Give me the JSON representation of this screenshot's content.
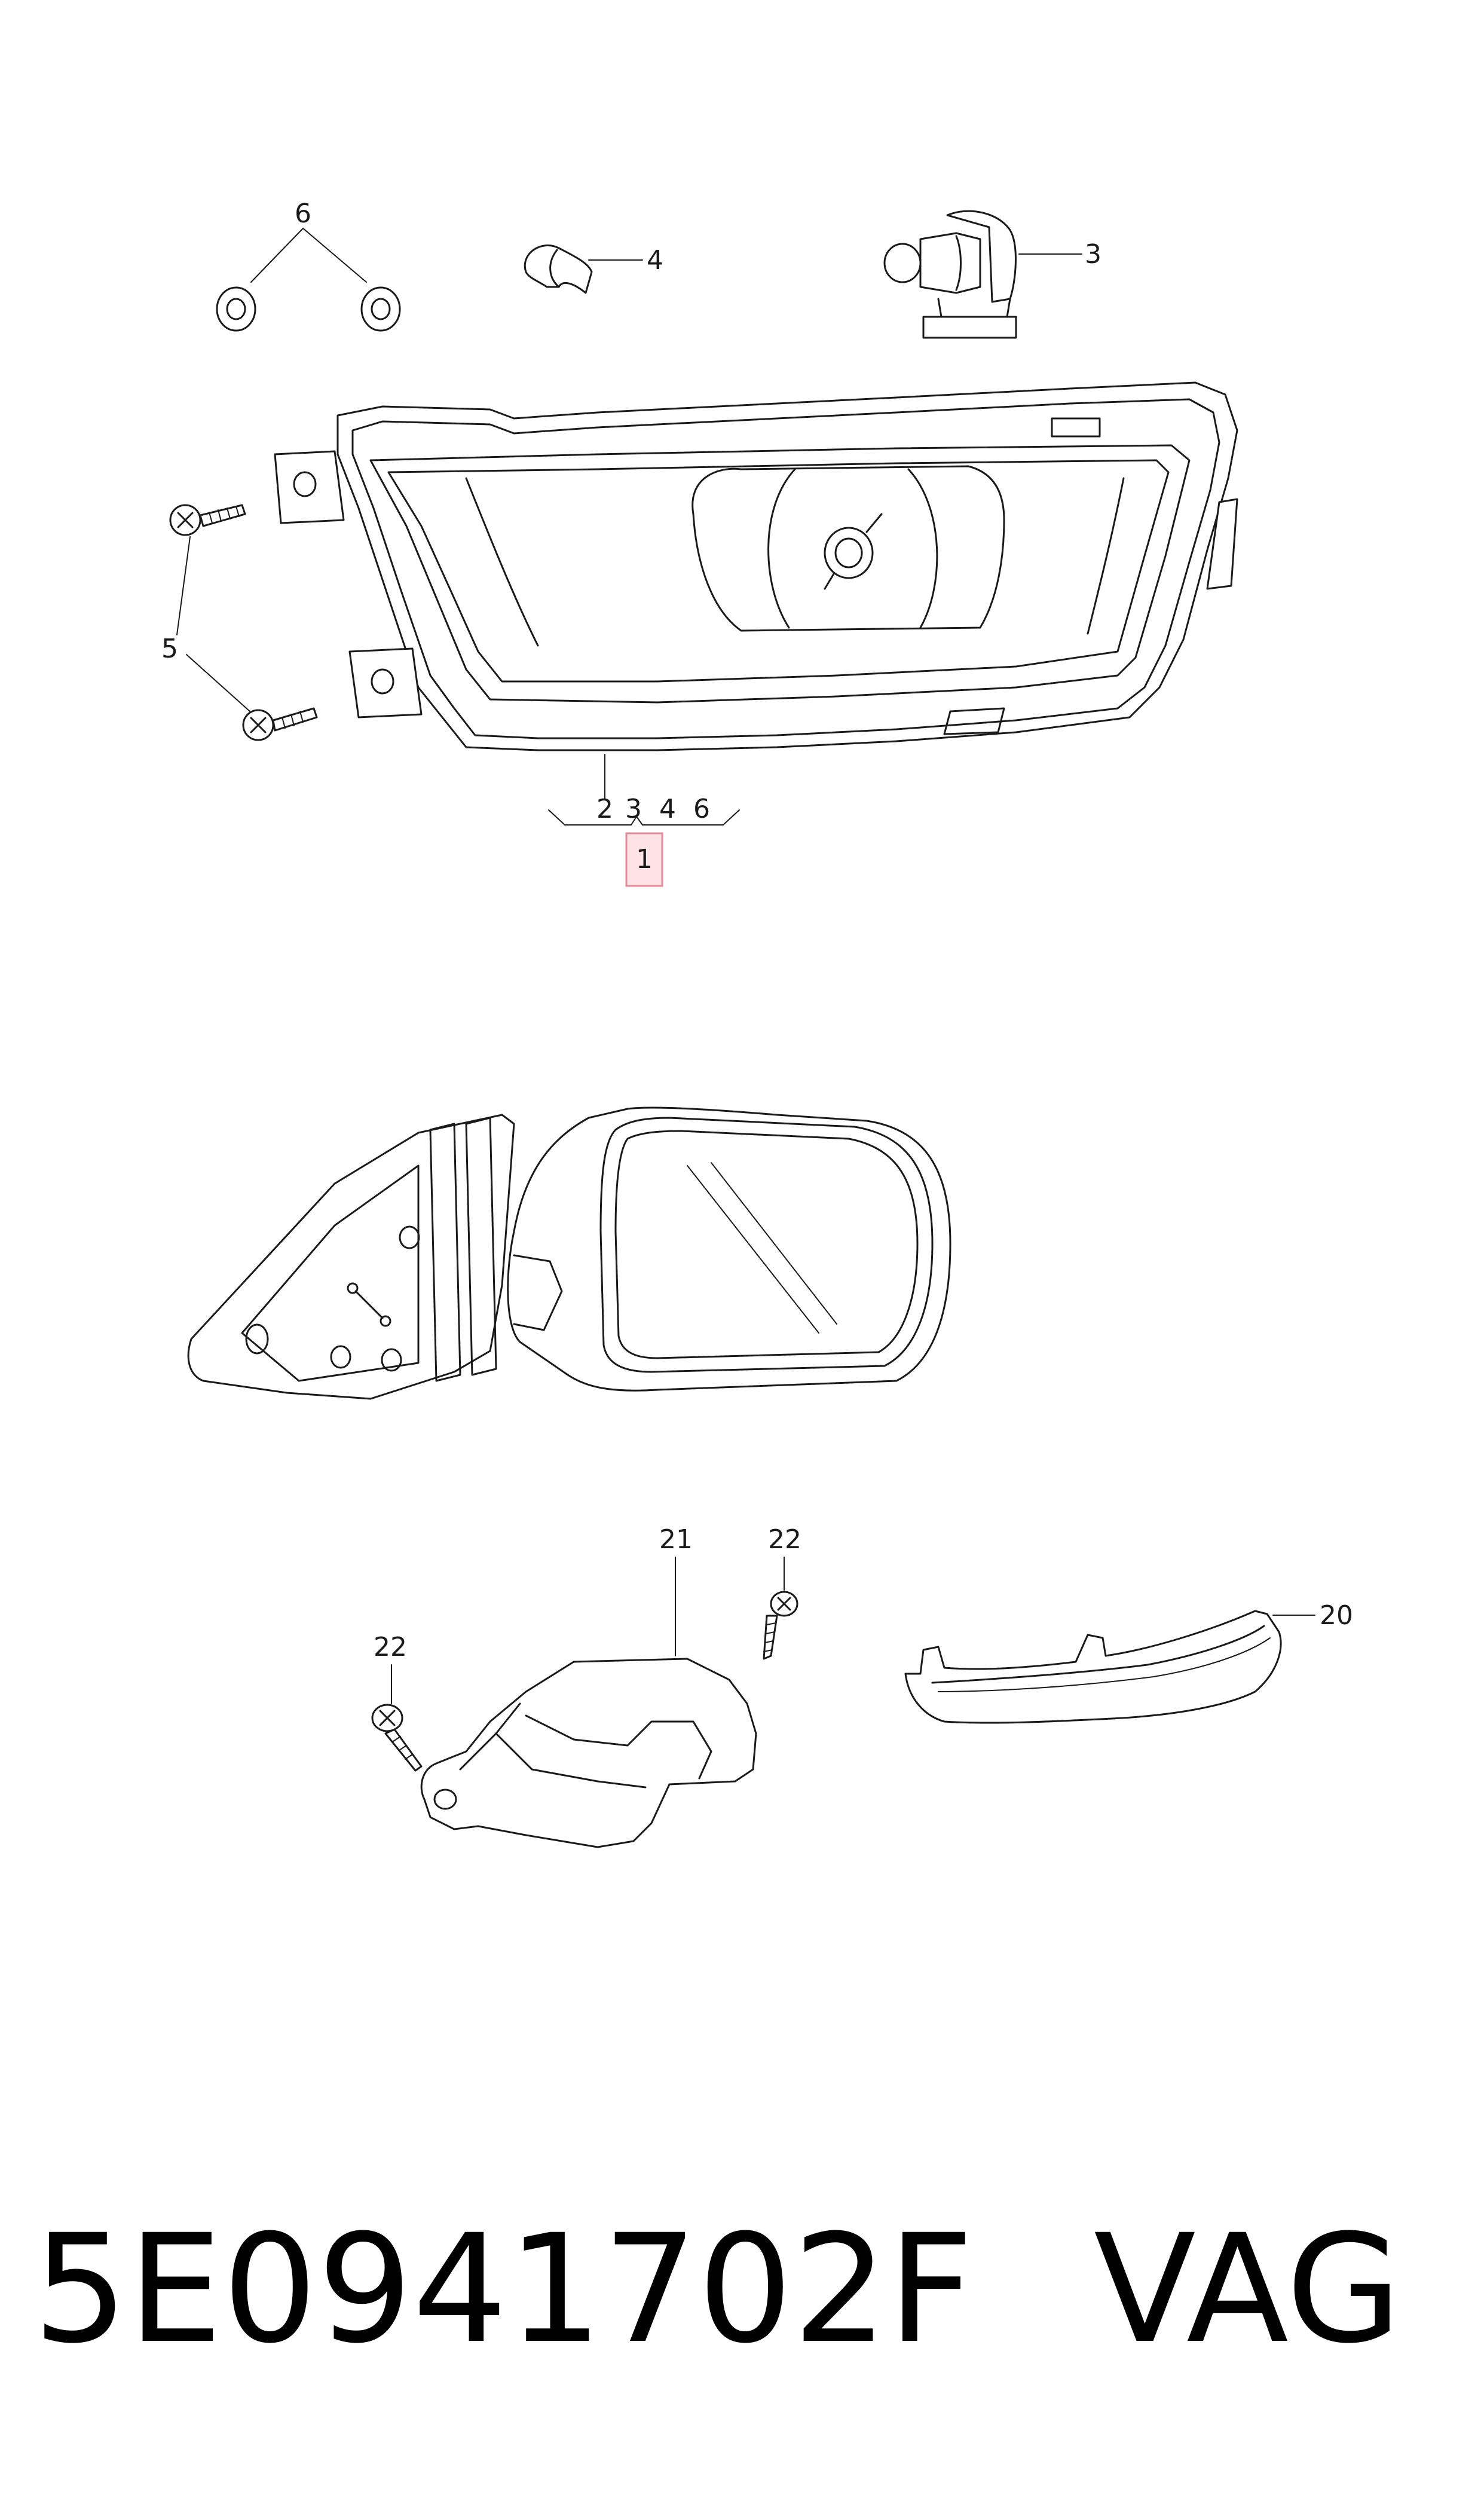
{
  "callouts": {
    "fog_lamp_assembly": "1",
    "bulb": "3",
    "bulb_socket_cap": "4",
    "screw": "5",
    "nut": "6",
    "bracket_list": [
      "2",
      "3",
      "4",
      "6"
    ],
    "mirror_indicator": "20",
    "mirror_bracket": "21",
    "mirror_screw_top": "22",
    "mirror_screw_left": "22"
  },
  "footer": {
    "part_number": "5E0941702F",
    "brand": "VAG"
  },
  "colors": {
    "line": "#1a1a1a",
    "highlight_fill": "#fde3e6",
    "highlight_stroke": "#e48a98"
  }
}
